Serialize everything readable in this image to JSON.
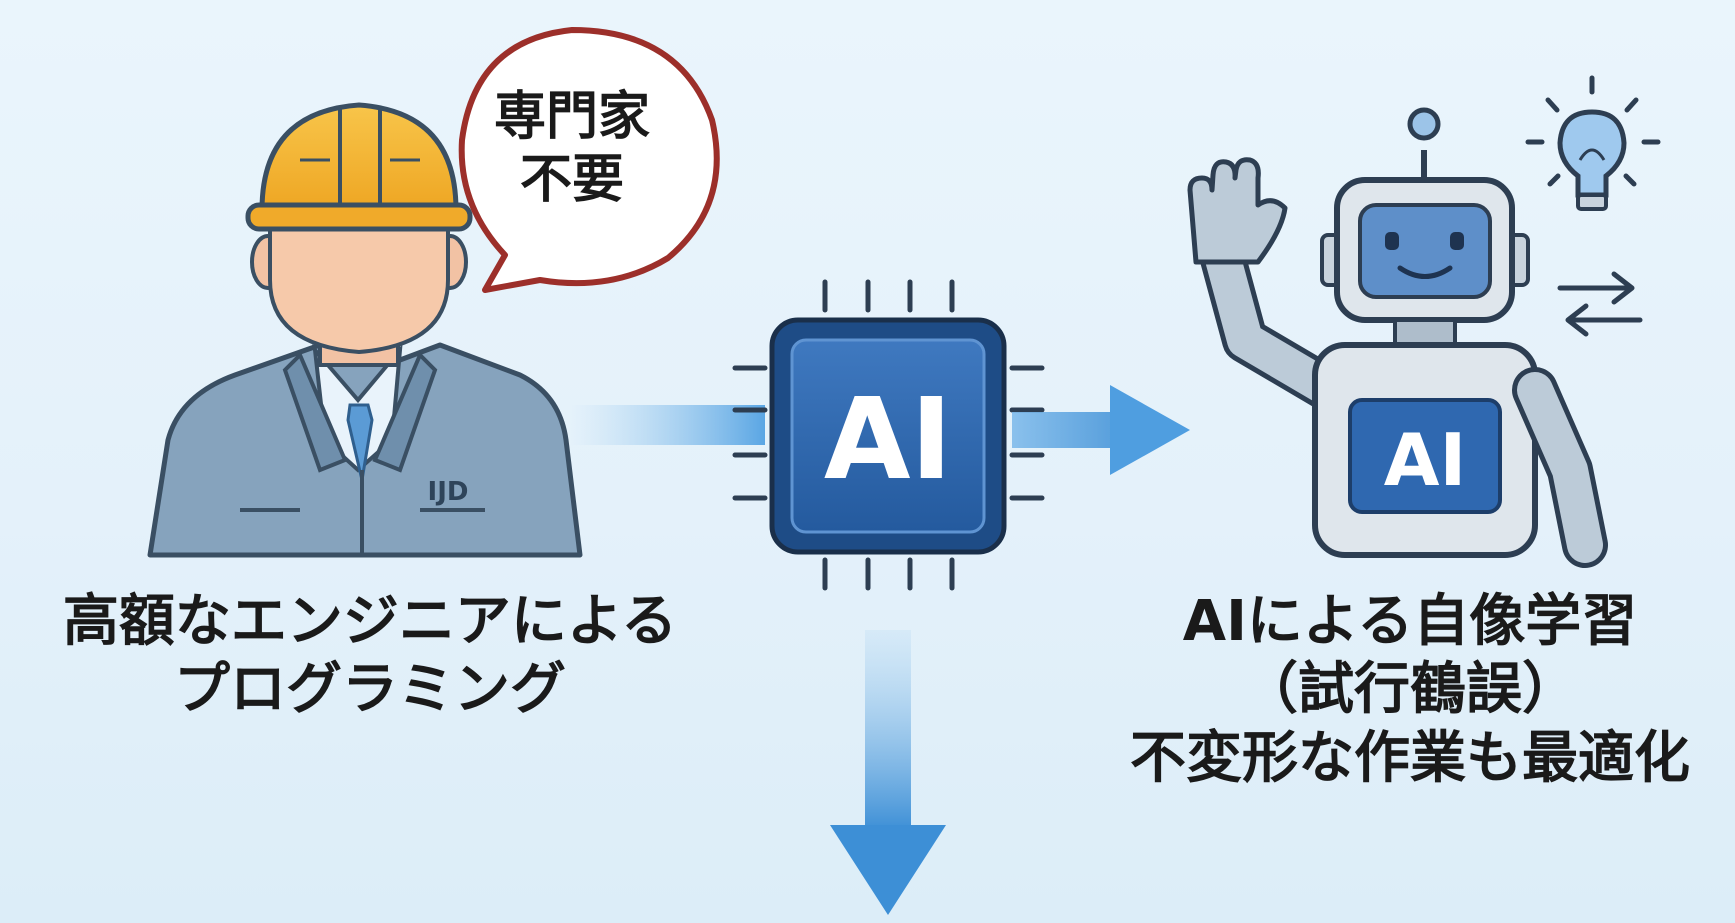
{
  "speech_bubble": {
    "line1": "専門家",
    "line2": "不要"
  },
  "engineer": {
    "badge_text": "IJD",
    "caption_lines": [
      "高額なエンジニアによる",
      "プログラミング"
    ]
  },
  "chip": {
    "label": "AI"
  },
  "robot": {
    "chest_label": "AI"
  },
  "ai_learning": {
    "caption_lines": [
      "AIによる自像学習",
      "（試行鶴誤）",
      "不変形な作業も最適化"
    ]
  },
  "colors": {
    "background": "#e6f3fb",
    "helmet": "#f3b431",
    "jacket": "#7f9db8",
    "chip": "#2f68b0",
    "bubble_border": "#9c2f2a",
    "arrow": "#3d8fd6"
  },
  "icons": [
    "engineer",
    "helmet",
    "speech-bubble",
    "ai-chip",
    "robot",
    "lightbulb",
    "exchange-arrows",
    "flow-arrow"
  ]
}
